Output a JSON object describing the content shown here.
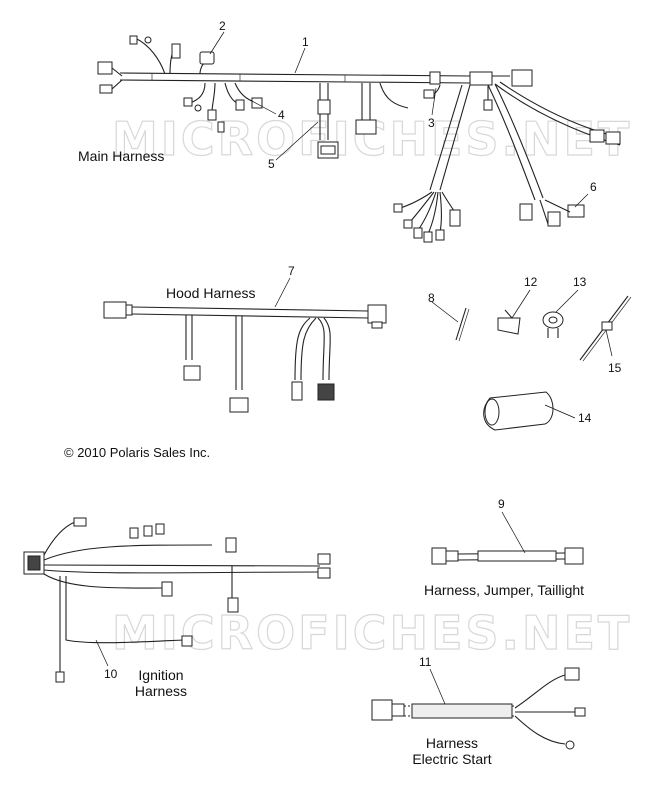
{
  "watermarks": [
    "MICROFICHES.NET",
    "MICROFICHES.NET"
  ],
  "labels": {
    "main_harness": "Main Harness",
    "hood_harness": "Hood Harness",
    "copyright": "© 2010 Polaris Sales Inc.",
    "jumper_taillight": "Harness, Jumper, Taillight",
    "ignition_line1": "Ignition",
    "ignition_line2": "Harness",
    "electric_line1": "Harness",
    "electric_line2": "Electric Start"
  },
  "callouts": {
    "c1": "1",
    "c2": "2",
    "c3": "3",
    "c4": "4",
    "c5": "5",
    "c6": "6",
    "c7": "7",
    "c8": "8",
    "c9": "9",
    "c10": "10",
    "c11": "11",
    "c12": "12",
    "c13": "13",
    "c14": "14",
    "c15": "15"
  }
}
